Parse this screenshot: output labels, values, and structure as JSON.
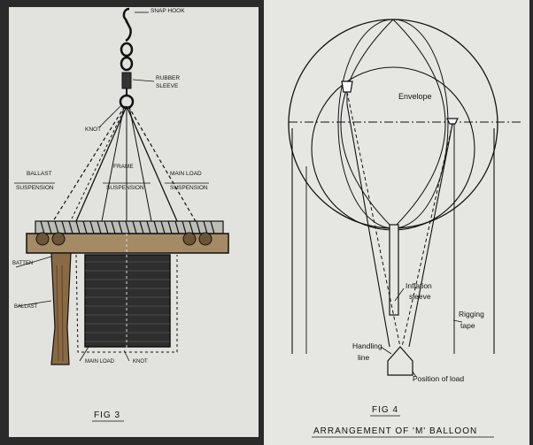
{
  "fig3": {
    "snap_hook": "SNAP HOOK",
    "rubber": "RUBBER",
    "sleeve": "SLEEVE",
    "knot_top": "KNOT",
    "ballast_line1": "BALLAST",
    "ballast_line2": "SUSPENSION",
    "frame_line1": "FRAME",
    "frame_line2": "SUSPENSION",
    "mainload_line1": "MAIN LOAD",
    "mainload_line2": "SUSPENSION",
    "batten": "BATTEN",
    "ballast": "BALLAST",
    "main_load": "MAIN LOAD",
    "knot_bottom": "KNOT",
    "caption": "FIG 3"
  },
  "fig4": {
    "envelope": "Envelope",
    "inflation_line1": "Inflation",
    "inflation_line2": "sleeve",
    "rigging_line1": "Rigging",
    "rigging_line2": "tape",
    "handling_line1": "Handling",
    "handling_line2": "line",
    "position_of_load": "Position of load",
    "caption": "FIG 4",
    "title": "ARRANGEMENT OF 'M' BALLOON"
  },
  "colors": {
    "ink": "#111111",
    "paper": "#e4e4e2",
    "wood": "#8a6a45",
    "background": "#2a2a2a"
  }
}
